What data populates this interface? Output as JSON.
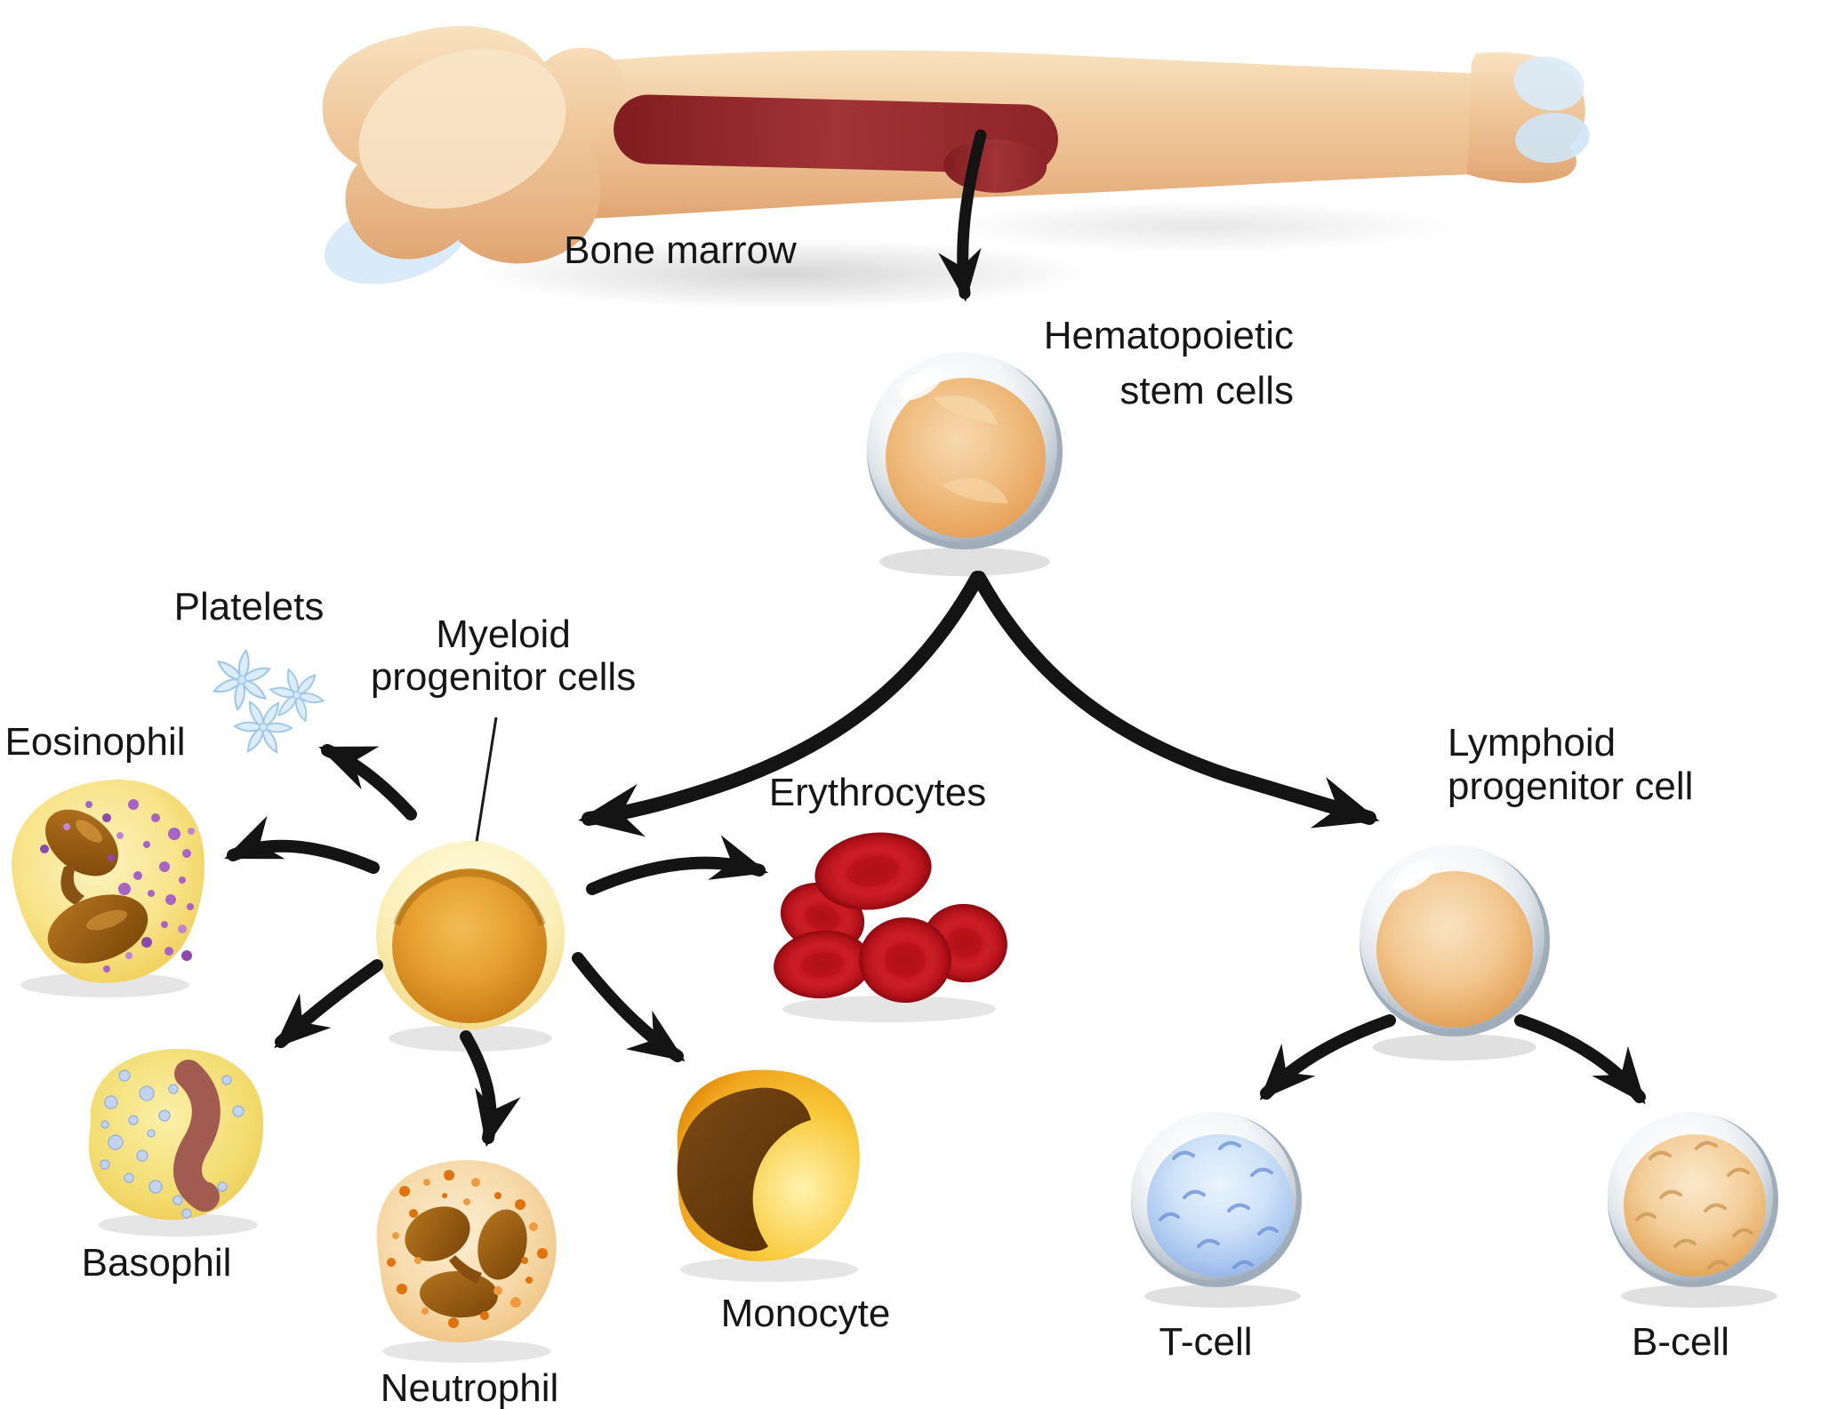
{
  "figure": {
    "type": "hematopoiesis-diagram",
    "background": "#ffffff",
    "text_color": "#161616",
    "arrow_color": "#141414"
  },
  "nodes": {
    "bone_marrow": {
      "label": "Bone marrow"
    },
    "hematopoietic": {
      "line1": "Hematopoietic",
      "line2": "stem cells"
    },
    "myeloid": {
      "line1": "Myeloid",
      "line2": "progenitor cells"
    },
    "lymphoid": {
      "line1": "Lymphoid",
      "line2": "progenitor cell"
    },
    "platelets": {
      "label": "Platelets"
    },
    "eosinophil": {
      "label": "Eosinophil"
    },
    "erythrocytes": {
      "label": "Erythrocytes"
    },
    "basophil": {
      "label": "Basophil"
    },
    "neutrophil": {
      "label": "Neutrophil"
    },
    "monocyte": {
      "label": "Monocyte"
    },
    "t_cell": {
      "label": "T-cell"
    },
    "b_cell": {
      "label": "B-cell"
    }
  },
  "edges": [
    {
      "from": "bone_marrow",
      "to": "hematopoietic"
    },
    {
      "from": "hematopoietic",
      "to": "myeloid"
    },
    {
      "from": "hematopoietic",
      "to": "lymphoid"
    },
    {
      "from": "myeloid",
      "to": "platelets"
    },
    {
      "from": "myeloid",
      "to": "eosinophil"
    },
    {
      "from": "myeloid",
      "to": "basophil"
    },
    {
      "from": "myeloid",
      "to": "neutrophil"
    },
    {
      "from": "myeloid",
      "to": "monocyte"
    },
    {
      "from": "myeloid",
      "to": "erythrocytes"
    },
    {
      "from": "lymphoid",
      "to": "t_cell"
    },
    {
      "from": "lymphoid",
      "to": "b_cell"
    }
  ],
  "colors": {
    "bone": "#f0c99d",
    "bone_cartilage": "#d9ebf9",
    "marrow_red": "#8c2325",
    "sphere_shell": "#bfc9d2",
    "stem_cell_inner": "#f0be82",
    "myeloid_inner": "#e6a02f",
    "lymphoid_inner": "#f2c78f",
    "platelet_blue": "#dcedfa",
    "erythrocyte_red": "#c5161e",
    "eosinophil_granule": "#a863c6",
    "basophil_granule": "#c3d4ee",
    "neutrophil_granule": "#e0720c",
    "monocyte_body": "#f8c838",
    "t_cell_inner": "#a9c6ef",
    "b_cell_inner": "#f3cf9b"
  }
}
